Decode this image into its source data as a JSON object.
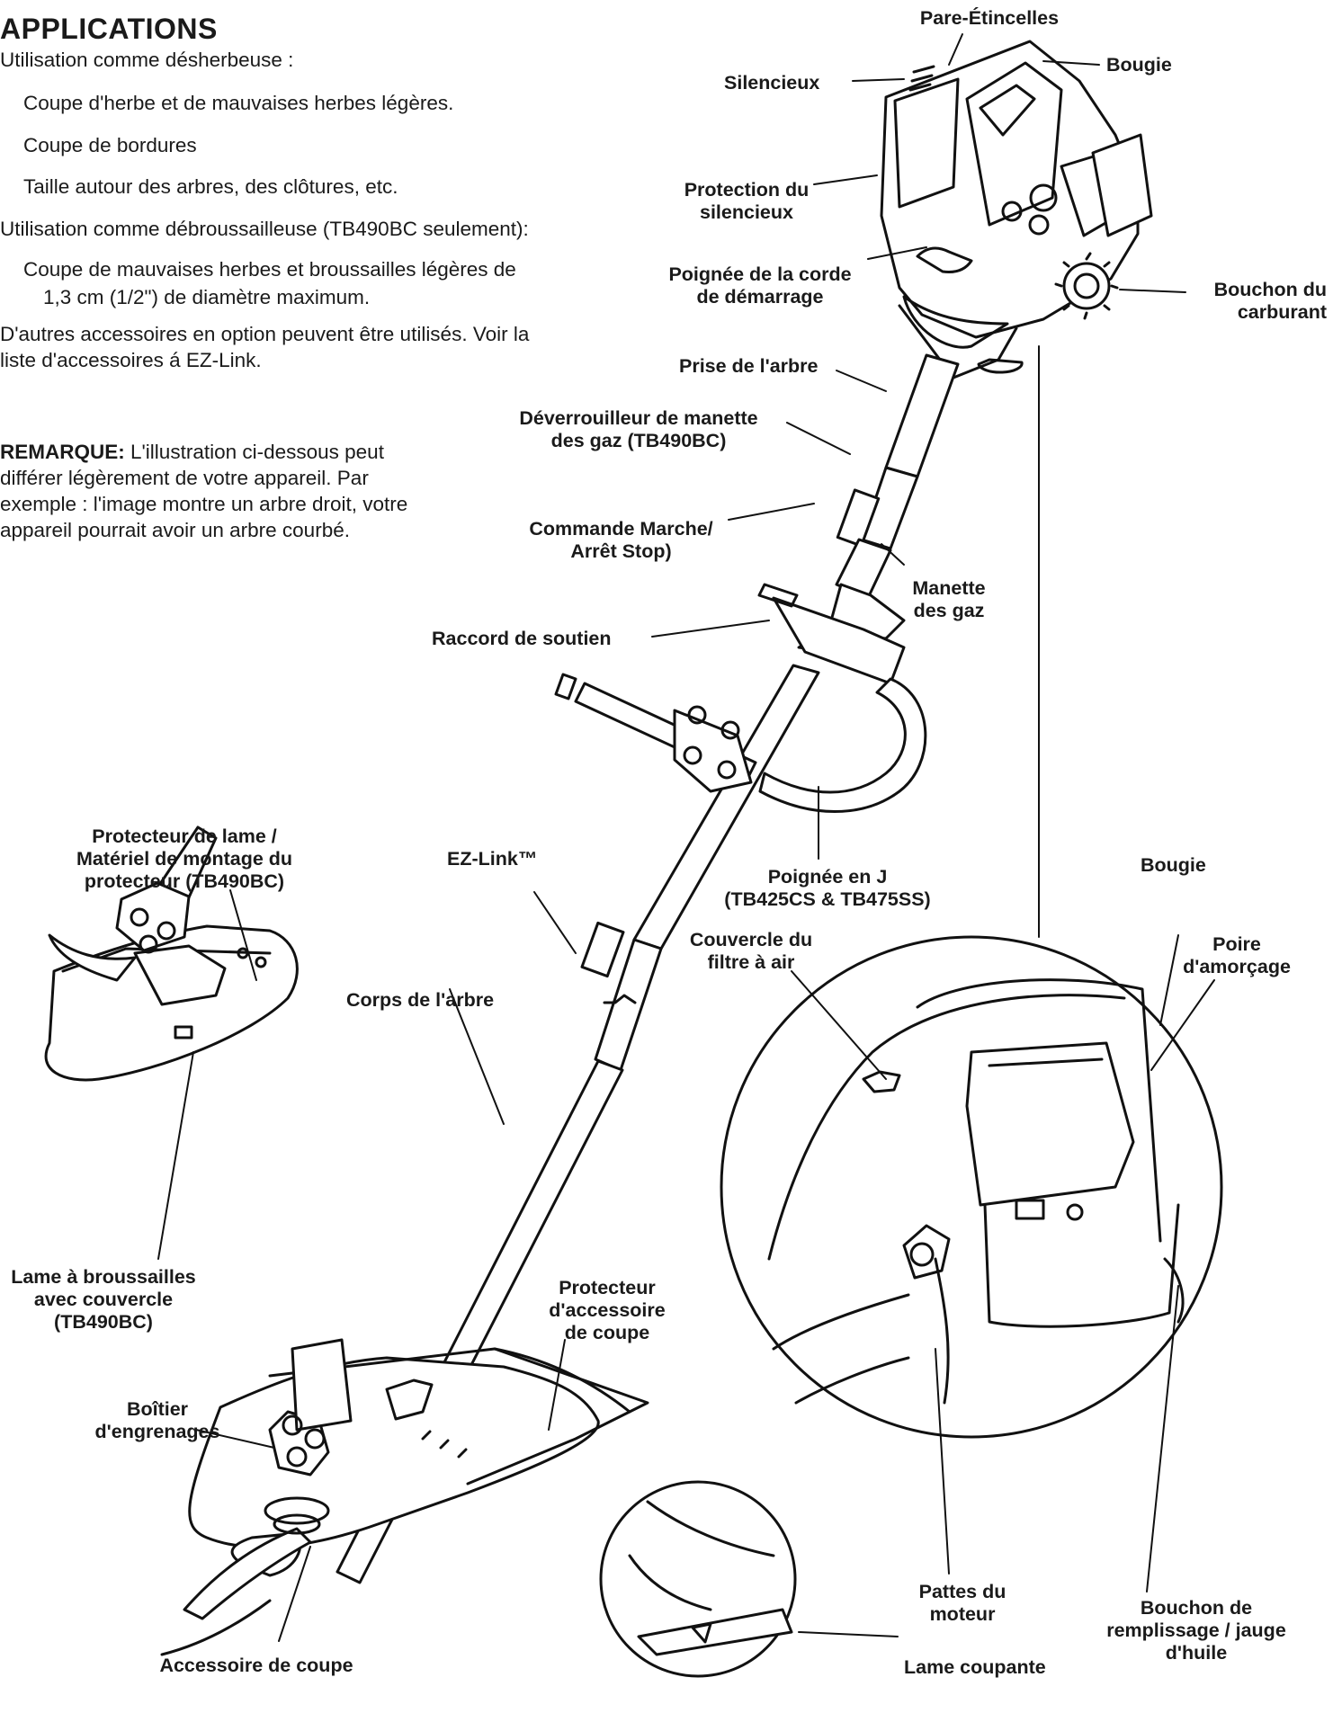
{
  "section": {
    "heading": "APPLICATIONS",
    "line1": "Utilisation comme désherbeuse :",
    "line2": "Coupe d'herbe et de mauvaises herbes légères.",
    "line3": "Coupe de bordures",
    "line4": "Taille autour des arbres, des clôtures, etc.",
    "line5": "Utilisation comme débroussailleuse (TB490BC seulement):",
    "line6": "Coupe de mauvaises herbes et broussailles légères de",
    "line7": "1,3 cm (1/2\") de diamètre maximum.",
    "line8": "D'autres accessoires en option peuvent être utilisés. Voir la",
    "line9": "liste d'accessoires á EZ-Link."
  },
  "note": {
    "label": "REMARQUE:",
    "text": " L'illustration ci-dessous peut différer légèrement de votre appareil. Par exemple : l'image montre un arbre droit, votre appareil pourrait avoir un arbre courbé."
  },
  "labels": {
    "pare_etincelles": "Pare-Étincelles",
    "silencieux": "Silencieux",
    "bougie_top": "Bougie",
    "protection_silencieux": "Protection du\nsilencieux",
    "poignee_corde": "Poignée de la corde\nde démarrage",
    "bouchon_carburant": "Bouchon du\ncarburant",
    "prise_arbre": "Prise de l'arbre",
    "deverrouilleur": "Déverrouilleur de manette\ndes gaz (TB490BC)",
    "commande_marche": "Commande Marche/\nArrêt Stop)",
    "manette_gaz": "Manette\ndes gaz",
    "raccord_soutien": "Raccord de soutien",
    "protecteur_lame": "Protecteur de lame /\nMatériel de montage du\nprotecteur (TB490BC)",
    "ez_link": "EZ-Link™",
    "poignee_j": "Poignée en J\n(TB425CS & TB475SS)",
    "bougie_zoom": "Bougie",
    "couvercle_filtre": "Couvercle du\nfiltre à air",
    "poire_amorcage": "Poire\nd'amorçage",
    "corps_arbre": "Corps de l'arbre",
    "lame_broussailles": "Lame à broussailles\navec couvercle\n(TB490BC)",
    "protecteur_accessoire": "Protecteur\nd'accessoire\nde coupe",
    "boitier_engrenages": "Boîtier\nd'engrenages",
    "pattes_moteur": "Pattes du\nmoteur",
    "bouchon_remplissage": "Bouchon de\nremplissage / jauge\nd'huile",
    "accessoire_coupe": "Accessoire de coupe",
    "lame_coupante": "Lame coupante"
  }
}
